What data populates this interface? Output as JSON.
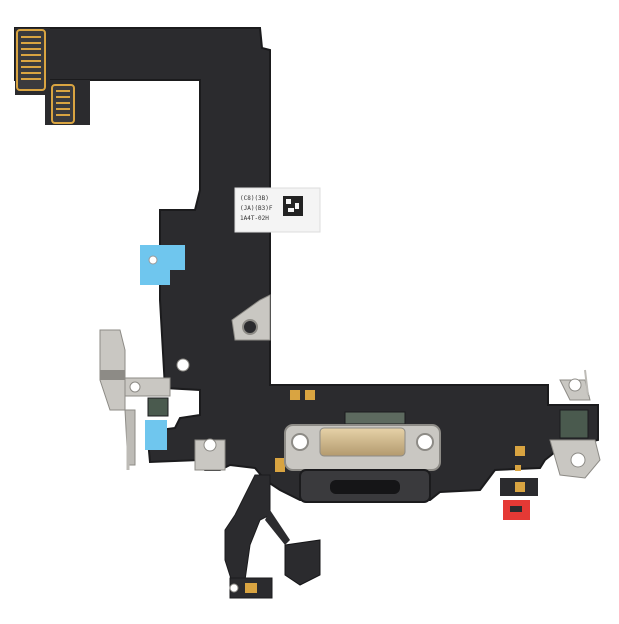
{
  "photo": {
    "subject": "flex-cable-assembly",
    "colors": {
      "background": "#ffffff",
      "flex": "#2b2b2e",
      "flex_edge": "#1b1b1d",
      "gold": "#d9a441",
      "metal": "#c9c7c2",
      "metal_dark": "#8d8b86",
      "blue_tape": "#6fc6ee",
      "red_tab": "#e53935",
      "connector_body": "#3a3a3d",
      "port_metal": "#cdb48a",
      "sticker": "#f4f4f4"
    },
    "sticker_lines": [
      "(C8)(3B)",
      "(JA)(B3)F",
      "1A4T-02H"
    ]
  }
}
